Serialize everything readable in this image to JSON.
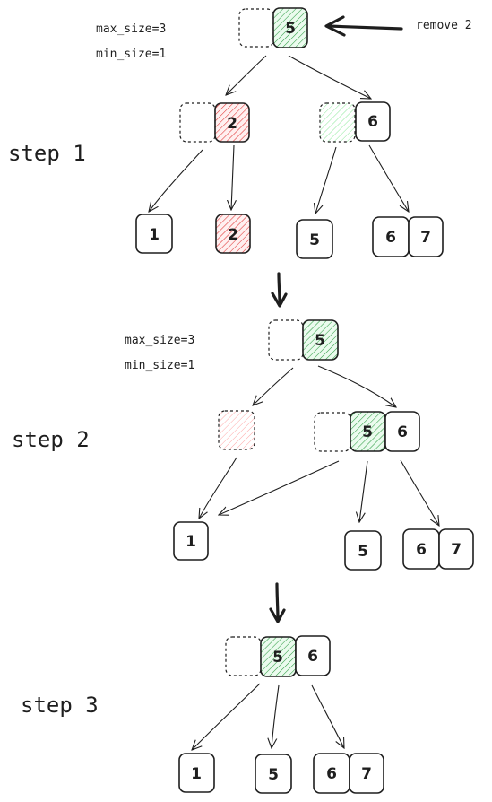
{
  "colors": {
    "green": "#2f9e44",
    "red": "#e03131",
    "ink": "#1e1e1e"
  },
  "labels": {
    "step1_max": "max_size=3",
    "step1_min": "min_size=1",
    "remove": "remove 2",
    "step1": "step 1",
    "step2_max": "max_size=3",
    "step2_min": "min_size=1",
    "step2": "step 2",
    "step3": "step 3"
  },
  "keys": {
    "s1_root": "5",
    "s1_left": "2",
    "s1_right": "6",
    "s1_leaf1": "1",
    "s1_leaf2": "2",
    "s1_leaf3": "5",
    "s1_leaf4a": "6",
    "s1_leaf4b": "7",
    "s2_root": "5",
    "s2_right_a": "5",
    "s2_right_b": "6",
    "s2_leaf1": "1",
    "s2_leaf2": "5",
    "s2_leaf3a": "6",
    "s2_leaf3b": "7",
    "s3_root_a": "5",
    "s3_root_b": "6",
    "s3_leaf1": "1",
    "s3_leaf2": "5",
    "s3_leaf3a": "6",
    "s3_leaf3b": "7"
  }
}
